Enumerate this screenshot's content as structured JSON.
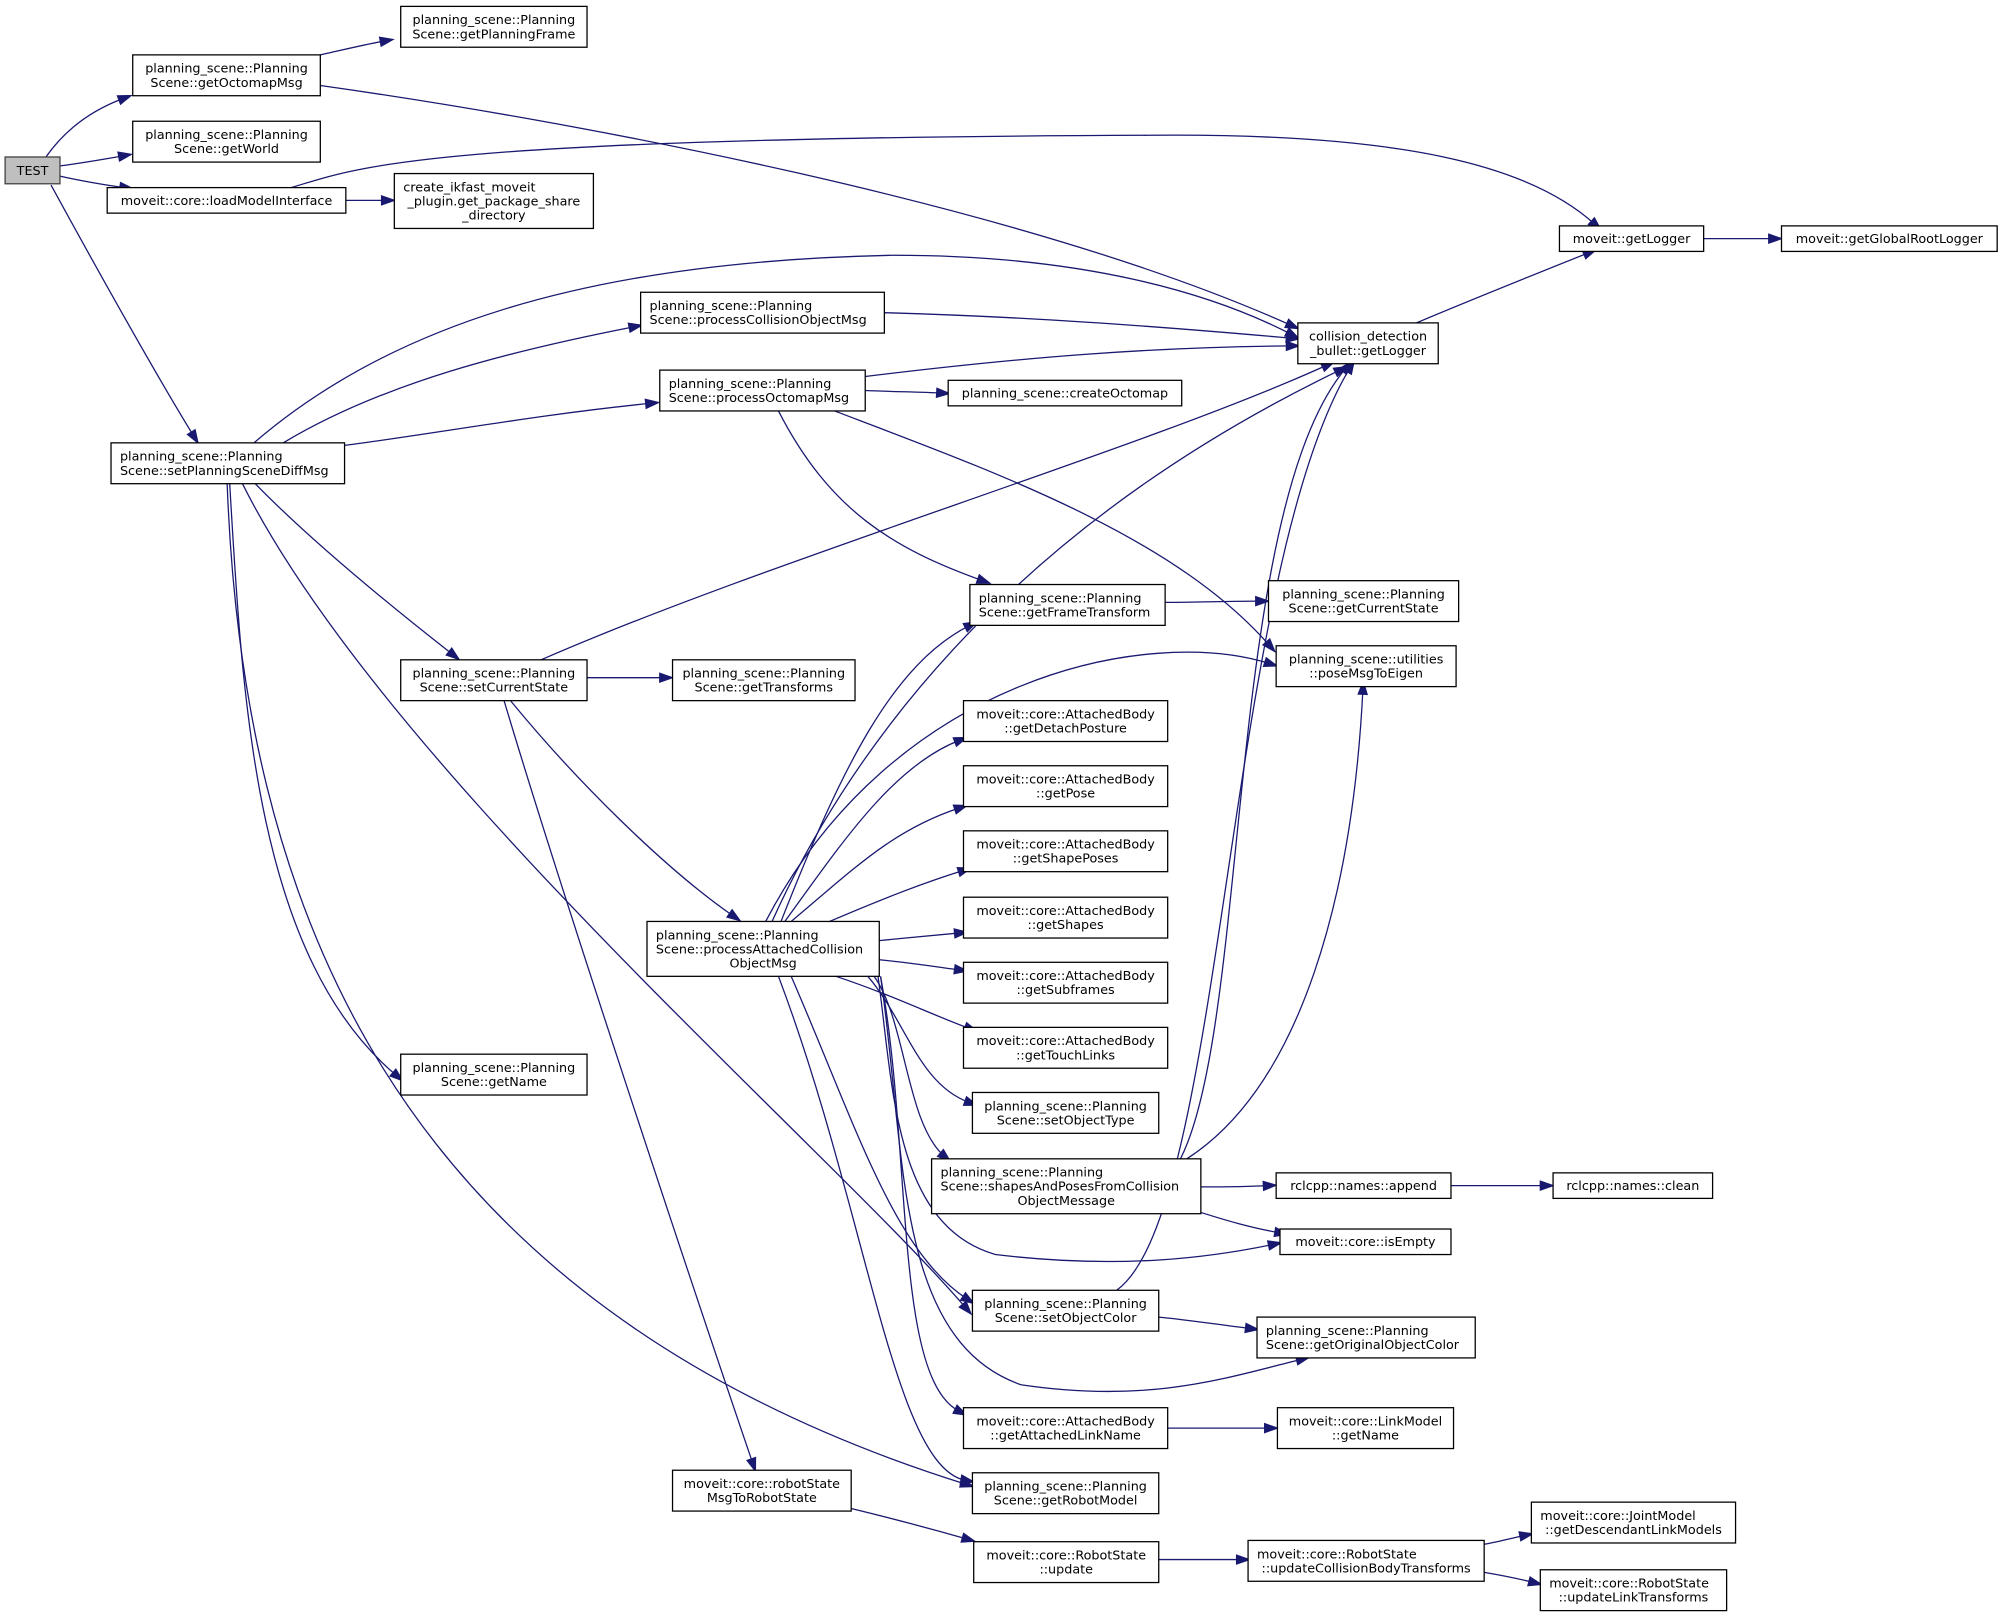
{
  "diagram": {
    "type": "call-graph",
    "edge_color": "#191970",
    "root_fill": "#bfbfbf",
    "nodes": [
      {
        "id": "test",
        "lines": [
          "TEST"
        ]
      },
      {
        "id": "getOctomapMsg",
        "lines": [
          "planning_scene::Planning",
          "Scene::getOctomapMsg"
        ]
      },
      {
        "id": "getPlanningFrame",
        "lines": [
          "planning_scene::Planning",
          "Scene::getPlanningFrame"
        ]
      },
      {
        "id": "getWorld",
        "lines": [
          "planning_scene::Planning",
          "Scene::getWorld"
        ]
      },
      {
        "id": "loadModelInterface",
        "lines": [
          "moveit::core::loadModelInterface"
        ]
      },
      {
        "id": "getPackageShare",
        "lines": [
          "create_ikfast_moveit",
          "_plugin.get_package_share",
          "_directory"
        ]
      },
      {
        "id": "moveitGetLogger",
        "lines": [
          "moveit::getLogger"
        ]
      },
      {
        "id": "getGlobalRootLogger",
        "lines": [
          "moveit::getGlobalRootLogger"
        ]
      },
      {
        "id": "cdGetLogger",
        "lines": [
          "collision_detection",
          "_bullet::getLogger"
        ]
      },
      {
        "id": "processCollisionObjectMsg",
        "lines": [
          "planning_scene::Planning",
          "Scene::processCollisionObjectMsg"
        ]
      },
      {
        "id": "processOctomapMsg",
        "lines": [
          "planning_scene::Planning",
          "Scene::processOctomapMsg"
        ]
      },
      {
        "id": "createOctomap",
        "lines": [
          "planning_scene::createOctomap"
        ]
      },
      {
        "id": "setPlanningSceneDiffMsg",
        "lines": [
          "planning_scene::Planning",
          "Scene::setPlanningSceneDiffMsg"
        ]
      },
      {
        "id": "getFrameTransform",
        "lines": [
          "planning_scene::Planning",
          "Scene::getFrameTransform"
        ]
      },
      {
        "id": "getCurrentState",
        "lines": [
          "planning_scene::Planning",
          "Scene::getCurrentState"
        ]
      },
      {
        "id": "poseMsgToEigen",
        "lines": [
          "planning_scene::utilities",
          "::poseMsgToEigen"
        ]
      },
      {
        "id": "setCurrentState",
        "lines": [
          "planning_scene::Planning",
          "Scene::setCurrentState"
        ]
      },
      {
        "id": "getTransforms",
        "lines": [
          "planning_scene::Planning",
          "Scene::getTransforms"
        ]
      },
      {
        "id": "getDetachPosture",
        "lines": [
          "moveit::core::AttachedBody",
          "::getDetachPosture"
        ]
      },
      {
        "id": "getPose",
        "lines": [
          "moveit::core::AttachedBody",
          "::getPose"
        ]
      },
      {
        "id": "getShapePoses",
        "lines": [
          "moveit::core::AttachedBody",
          "::getShapePoses"
        ]
      },
      {
        "id": "getShapes",
        "lines": [
          "moveit::core::AttachedBody",
          "::getShapes"
        ]
      },
      {
        "id": "processAttachedCollisionObjectMsg",
        "lines": [
          "planning_scene::Planning",
          "Scene::processAttachedCollision",
          "ObjectMsg"
        ]
      },
      {
        "id": "getSubframes",
        "lines": [
          "moveit::core::AttachedBody",
          "::getSubframes"
        ]
      },
      {
        "id": "getTouchLinks",
        "lines": [
          "moveit::core::AttachedBody",
          "::getTouchLinks"
        ]
      },
      {
        "id": "getName",
        "lines": [
          "planning_scene::Planning",
          "Scene::getName"
        ]
      },
      {
        "id": "setObjectType",
        "lines": [
          "planning_scene::Planning",
          "Scene::setObjectType"
        ]
      },
      {
        "id": "shapesAndPoses",
        "lines": [
          "planning_scene::Planning",
          "Scene::shapesAndPosesFromCollision",
          "ObjectMessage"
        ]
      },
      {
        "id": "rclcppAppend",
        "lines": [
          "rclcpp::names::append"
        ]
      },
      {
        "id": "rclcppClean",
        "lines": [
          "rclcpp::names::clean"
        ]
      },
      {
        "id": "isEmpty",
        "lines": [
          "moveit::core::isEmpty"
        ]
      },
      {
        "id": "setObjectColor",
        "lines": [
          "planning_scene::Planning",
          "Scene::setObjectColor"
        ]
      },
      {
        "id": "getOriginalObjectColor",
        "lines": [
          "planning_scene::Planning",
          "Scene::getOriginalObjectColor"
        ]
      },
      {
        "id": "getAttachedLinkName",
        "lines": [
          "moveit::core::AttachedBody",
          "::getAttachedLinkName"
        ]
      },
      {
        "id": "linkModelGetName",
        "lines": [
          "moveit::core::LinkModel",
          "::getName"
        ]
      },
      {
        "id": "robotStateMsgToRobotState",
        "lines": [
          "moveit::core::robotState",
          "MsgToRobotState"
        ]
      },
      {
        "id": "getRobotModel",
        "lines": [
          "planning_scene::Planning",
          "Scene::getRobotModel"
        ]
      },
      {
        "id": "robotStateUpdate",
        "lines": [
          "moveit::core::RobotState",
          "::update"
        ]
      },
      {
        "id": "updateCollisionBodyTransforms",
        "lines": [
          "moveit::core::RobotState",
          "::updateCollisionBodyTransforms"
        ]
      },
      {
        "id": "getDescendantLinkModels",
        "lines": [
          "moveit::core::JointModel",
          "::getDescendantLinkModels"
        ]
      },
      {
        "id": "updateLinkTransforms",
        "lines": [
          "moveit::core::RobotState",
          "::updateLinkTransforms"
        ]
      }
    ],
    "edges": [
      [
        "test",
        "getOctomapMsg"
      ],
      [
        "test",
        "getWorld"
      ],
      [
        "test",
        "loadModelInterface"
      ],
      [
        "test",
        "setPlanningSceneDiffMsg"
      ],
      [
        "getOctomapMsg",
        "getPlanningFrame"
      ],
      [
        "getOctomapMsg",
        "cdGetLogger"
      ],
      [
        "loadModelInterface",
        "getPackageShare"
      ],
      [
        "loadModelInterface",
        "moveitGetLogger"
      ],
      [
        "moveitGetLogger",
        "getGlobalRootLogger"
      ],
      [
        "cdGetLogger",
        "moveitGetLogger"
      ],
      [
        "setPlanningSceneDiffMsg",
        "cdGetLogger"
      ],
      [
        "setPlanningSceneDiffMsg",
        "processCollisionObjectMsg"
      ],
      [
        "setPlanningSceneDiffMsg",
        "processOctomapMsg"
      ],
      [
        "setPlanningSceneDiffMsg",
        "setCurrentState"
      ],
      [
        "setPlanningSceneDiffMsg",
        "getName"
      ],
      [
        "setPlanningSceneDiffMsg",
        "getRobotModel"
      ],
      [
        "setPlanningSceneDiffMsg",
        "processAttachedCollisionObjectMsg"
      ],
      [
        "processCollisionObjectMsg",
        "cdGetLogger"
      ],
      [
        "processOctomapMsg",
        "cdGetLogger"
      ],
      [
        "processOctomapMsg",
        "createOctomap"
      ],
      [
        "processOctomapMsg",
        "getFrameTransform"
      ],
      [
        "processOctomapMsg",
        "poseMsgToEigen"
      ],
      [
        "getFrameTransform",
        "getCurrentState"
      ],
      [
        "setCurrentState",
        "cdGetLogger"
      ],
      [
        "setCurrentState",
        "getTransforms"
      ],
      [
        "setCurrentState",
        "processAttachedCollisionObjectMsg"
      ],
      [
        "setCurrentState",
        "robotStateMsgToRobotState"
      ],
      [
        "processAttachedCollisionObjectMsg",
        "cdGetLogger"
      ],
      [
        "processAttachedCollisionObjectMsg",
        "getFrameTransform"
      ],
      [
        "processAttachedCollisionObjectMsg",
        "poseMsgToEigen"
      ],
      [
        "processAttachedCollisionObjectMsg",
        "getDetachPosture"
      ],
      [
        "processAttachedCollisionObjectMsg",
        "getPose"
      ],
      [
        "processAttachedCollisionObjectMsg",
        "getShapePoses"
      ],
      [
        "processAttachedCollisionObjectMsg",
        "getShapes"
      ],
      [
        "processAttachedCollisionObjectMsg",
        "getSubframes"
      ],
      [
        "processAttachedCollisionObjectMsg",
        "getTouchLinks"
      ],
      [
        "processAttachedCollisionObjectMsg",
        "setObjectType"
      ],
      [
        "processAttachedCollisionObjectMsg",
        "shapesAndPoses"
      ],
      [
        "processAttachedCollisionObjectMsg",
        "isEmpty"
      ],
      [
        "processAttachedCollisionObjectMsg",
        "setObjectColor"
      ],
      [
        "processAttachedCollisionObjectMsg",
        "getOriginalObjectColor"
      ],
      [
        "processAttachedCollisionObjectMsg",
        "getAttachedLinkName"
      ],
      [
        "processAttachedCollisionObjectMsg",
        "getRobotModel"
      ],
      [
        "shapesAndPoses",
        "cdGetLogger"
      ],
      [
        "shapesAndPoses",
        "poseMsgToEigen"
      ],
      [
        "shapesAndPoses",
        "rclcppAppend"
      ],
      [
        "shapesAndPoses",
        "isEmpty"
      ],
      [
        "rclcppAppend",
        "rclcppClean"
      ],
      [
        "setObjectColor",
        "cdGetLogger"
      ],
      [
        "setObjectColor",
        "getOriginalObjectColor"
      ],
      [
        "getAttachedLinkName",
        "linkModelGetName"
      ],
      [
        "robotStateMsgToRobotState",
        "robotStateUpdate"
      ],
      [
        "robotStateUpdate",
        "updateCollisionBodyTransforms"
      ],
      [
        "updateCollisionBodyTransforms",
        "getDescendantLinkModels"
      ],
      [
        "updateCollisionBodyTransforms",
        "updateLinkTransforms"
      ]
    ]
  }
}
